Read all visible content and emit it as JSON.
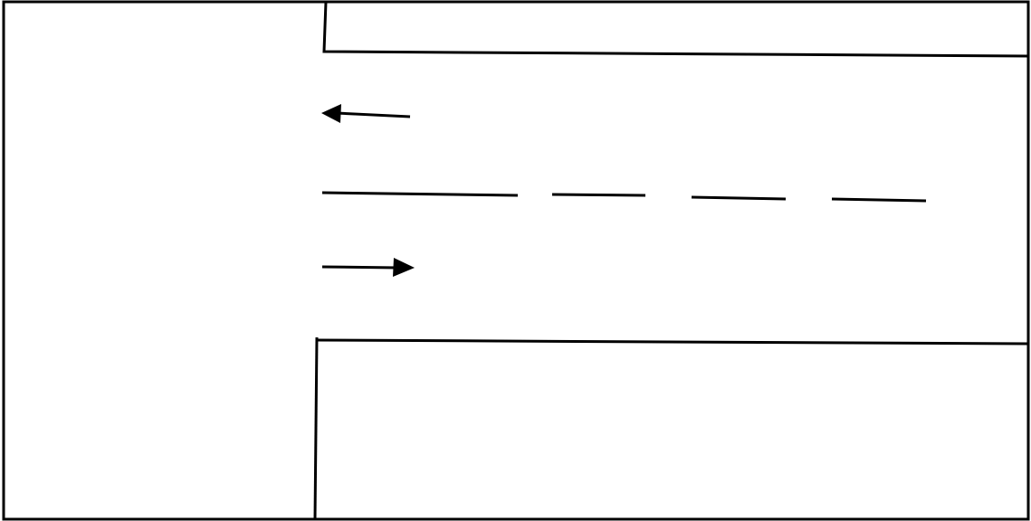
{
  "diagram": {
    "kind": "road-junction-sketch",
    "stroke_color": "#000000",
    "background": "#ffffff",
    "lane_divider": "dashed",
    "arrows": [
      {
        "direction": "left",
        "icon": "arrow-left-icon"
      },
      {
        "direction": "right",
        "icon": "arrow-right-icon"
      }
    ]
  }
}
